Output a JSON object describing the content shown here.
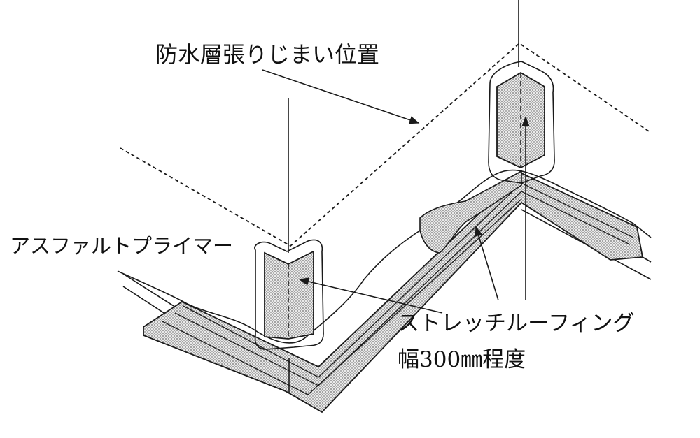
{
  "labels": {
    "waterproof_end_position": "防水層張りじまい位置",
    "asphalt_primer": "アスファルトプライマー",
    "stretch_roofing": "ストレッチルーフィング",
    "stretch_roofing_width": "幅300㎜程度"
  },
  "colors": {
    "line": "#1a1a1a",
    "fill_dotted": "#cfcfcf",
    "background": "#ffffff"
  }
}
